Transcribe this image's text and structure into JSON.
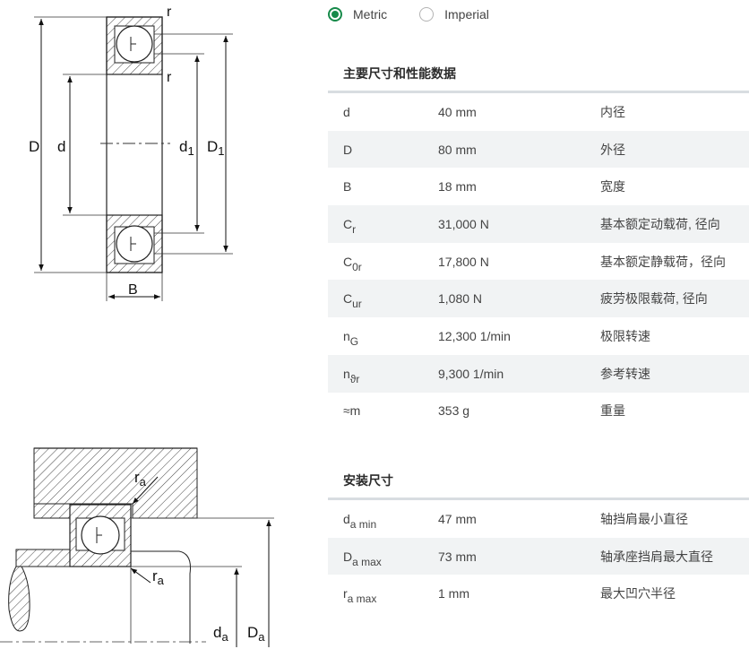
{
  "unit_toggle": {
    "options": [
      {
        "label": "Metric",
        "selected": true
      },
      {
        "label": "Imperial",
        "selected": false
      }
    ]
  },
  "dimension_drawing": {
    "labels": {
      "D": "D",
      "d": "d",
      "d1_main": "d",
      "d1_sub": "1",
      "D1_main": "D",
      "D1_sub": "1",
      "B": "B",
      "r_top": "r",
      "r_mid": "r"
    }
  },
  "mounting_drawing": {
    "labels": {
      "ra_top_main": "r",
      "ra_top_sub": "a",
      "ra_bottom_main": "r",
      "ra_bottom_sub": "a",
      "da_main": "d",
      "da_sub": "a",
      "Da_main": "D",
      "Da_sub": "a"
    }
  },
  "main_dimensions": {
    "title": "主要尺寸和性能数据",
    "rows": [
      {
        "symbol": "d",
        "sub": "",
        "value": "40 mm",
        "desc": "内径"
      },
      {
        "symbol": "D",
        "sub": "",
        "value": "80 mm",
        "desc": "外径"
      },
      {
        "symbol": "B",
        "sub": "",
        "value": "18 mm",
        "desc": "宽度"
      },
      {
        "symbol": "C",
        "sub": "r",
        "value": "31,000 N",
        "desc": "基本额定动载荷, 径向"
      },
      {
        "symbol": "C",
        "sub": "0r",
        "value": "17,800 N",
        "desc": "基本额定静载荷，径向"
      },
      {
        "symbol": "C",
        "sub": "ur",
        "value": "1,080 N",
        "desc": "疲劳极限载荷, 径向"
      },
      {
        "symbol": "n",
        "sub": "G",
        "value": "12,300 1/min",
        "desc": "极限转速"
      },
      {
        "symbol": "n",
        "sub": "ϑr",
        "value": "9,300 1/min",
        "desc": "参考转速"
      },
      {
        "symbol": "≈m",
        "sub": "",
        "value": "353 g",
        "desc": "重量"
      }
    ]
  },
  "mounting_dimensions": {
    "title": "安装尺寸",
    "rows": [
      {
        "symbol": "d",
        "sub": "a min",
        "value": "47 mm",
        "desc": "轴挡肩最小直径"
      },
      {
        "symbol": "D",
        "sub": "a max",
        "value": "73 mm",
        "desc": "轴承座挡肩最大直径"
      },
      {
        "symbol": "r",
        "sub": "a max",
        "value": "1 mm",
        "desc": "最大凹穴半径"
      }
    ]
  }
}
